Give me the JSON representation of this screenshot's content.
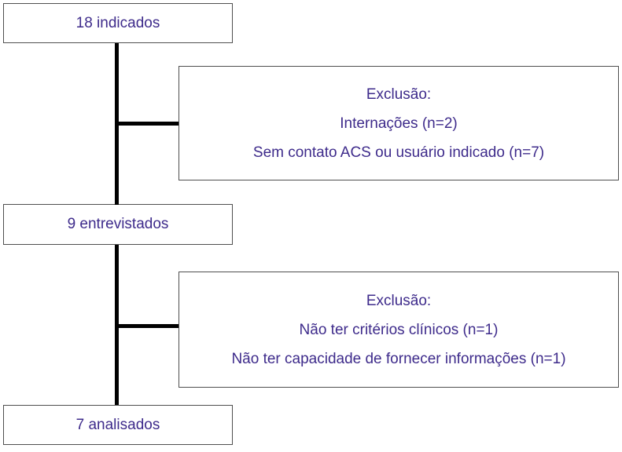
{
  "diagram": {
    "type": "participant-flow-diagram",
    "language": "pt-BR",
    "colors": {
      "text": "#3E2B8B",
      "box_border": "#4f4f4f",
      "connector": "#000000",
      "background": "#ffffff"
    },
    "boxes": {
      "indicated": {
        "label": "18 indicados"
      },
      "interviewed": {
        "label": "9 entrevistados"
      },
      "analyzed": {
        "label": "7 analisados"
      },
      "exclusion1": {
        "title": "Exclusão:",
        "lines": [
          "Internações (n=2)",
          "Sem contato ACS ou usuário indicado (n=7)"
        ]
      },
      "exclusion2": {
        "title": "Exclusão:",
        "lines": [
          "Não ter critérios clínicos (n=1)",
          "Não ter capacidade de fornecer informações (n=1)"
        ]
      }
    },
    "counts": {
      "indicated": 18,
      "interviewed": 9,
      "analyzed": 7,
      "excluded_step1": {
        "internacoes": 2,
        "sem_contato": 7
      },
      "excluded_step2": {
        "sem_criterios_clinicos": 1,
        "sem_capacidade_informacoes": 1
      }
    }
  }
}
